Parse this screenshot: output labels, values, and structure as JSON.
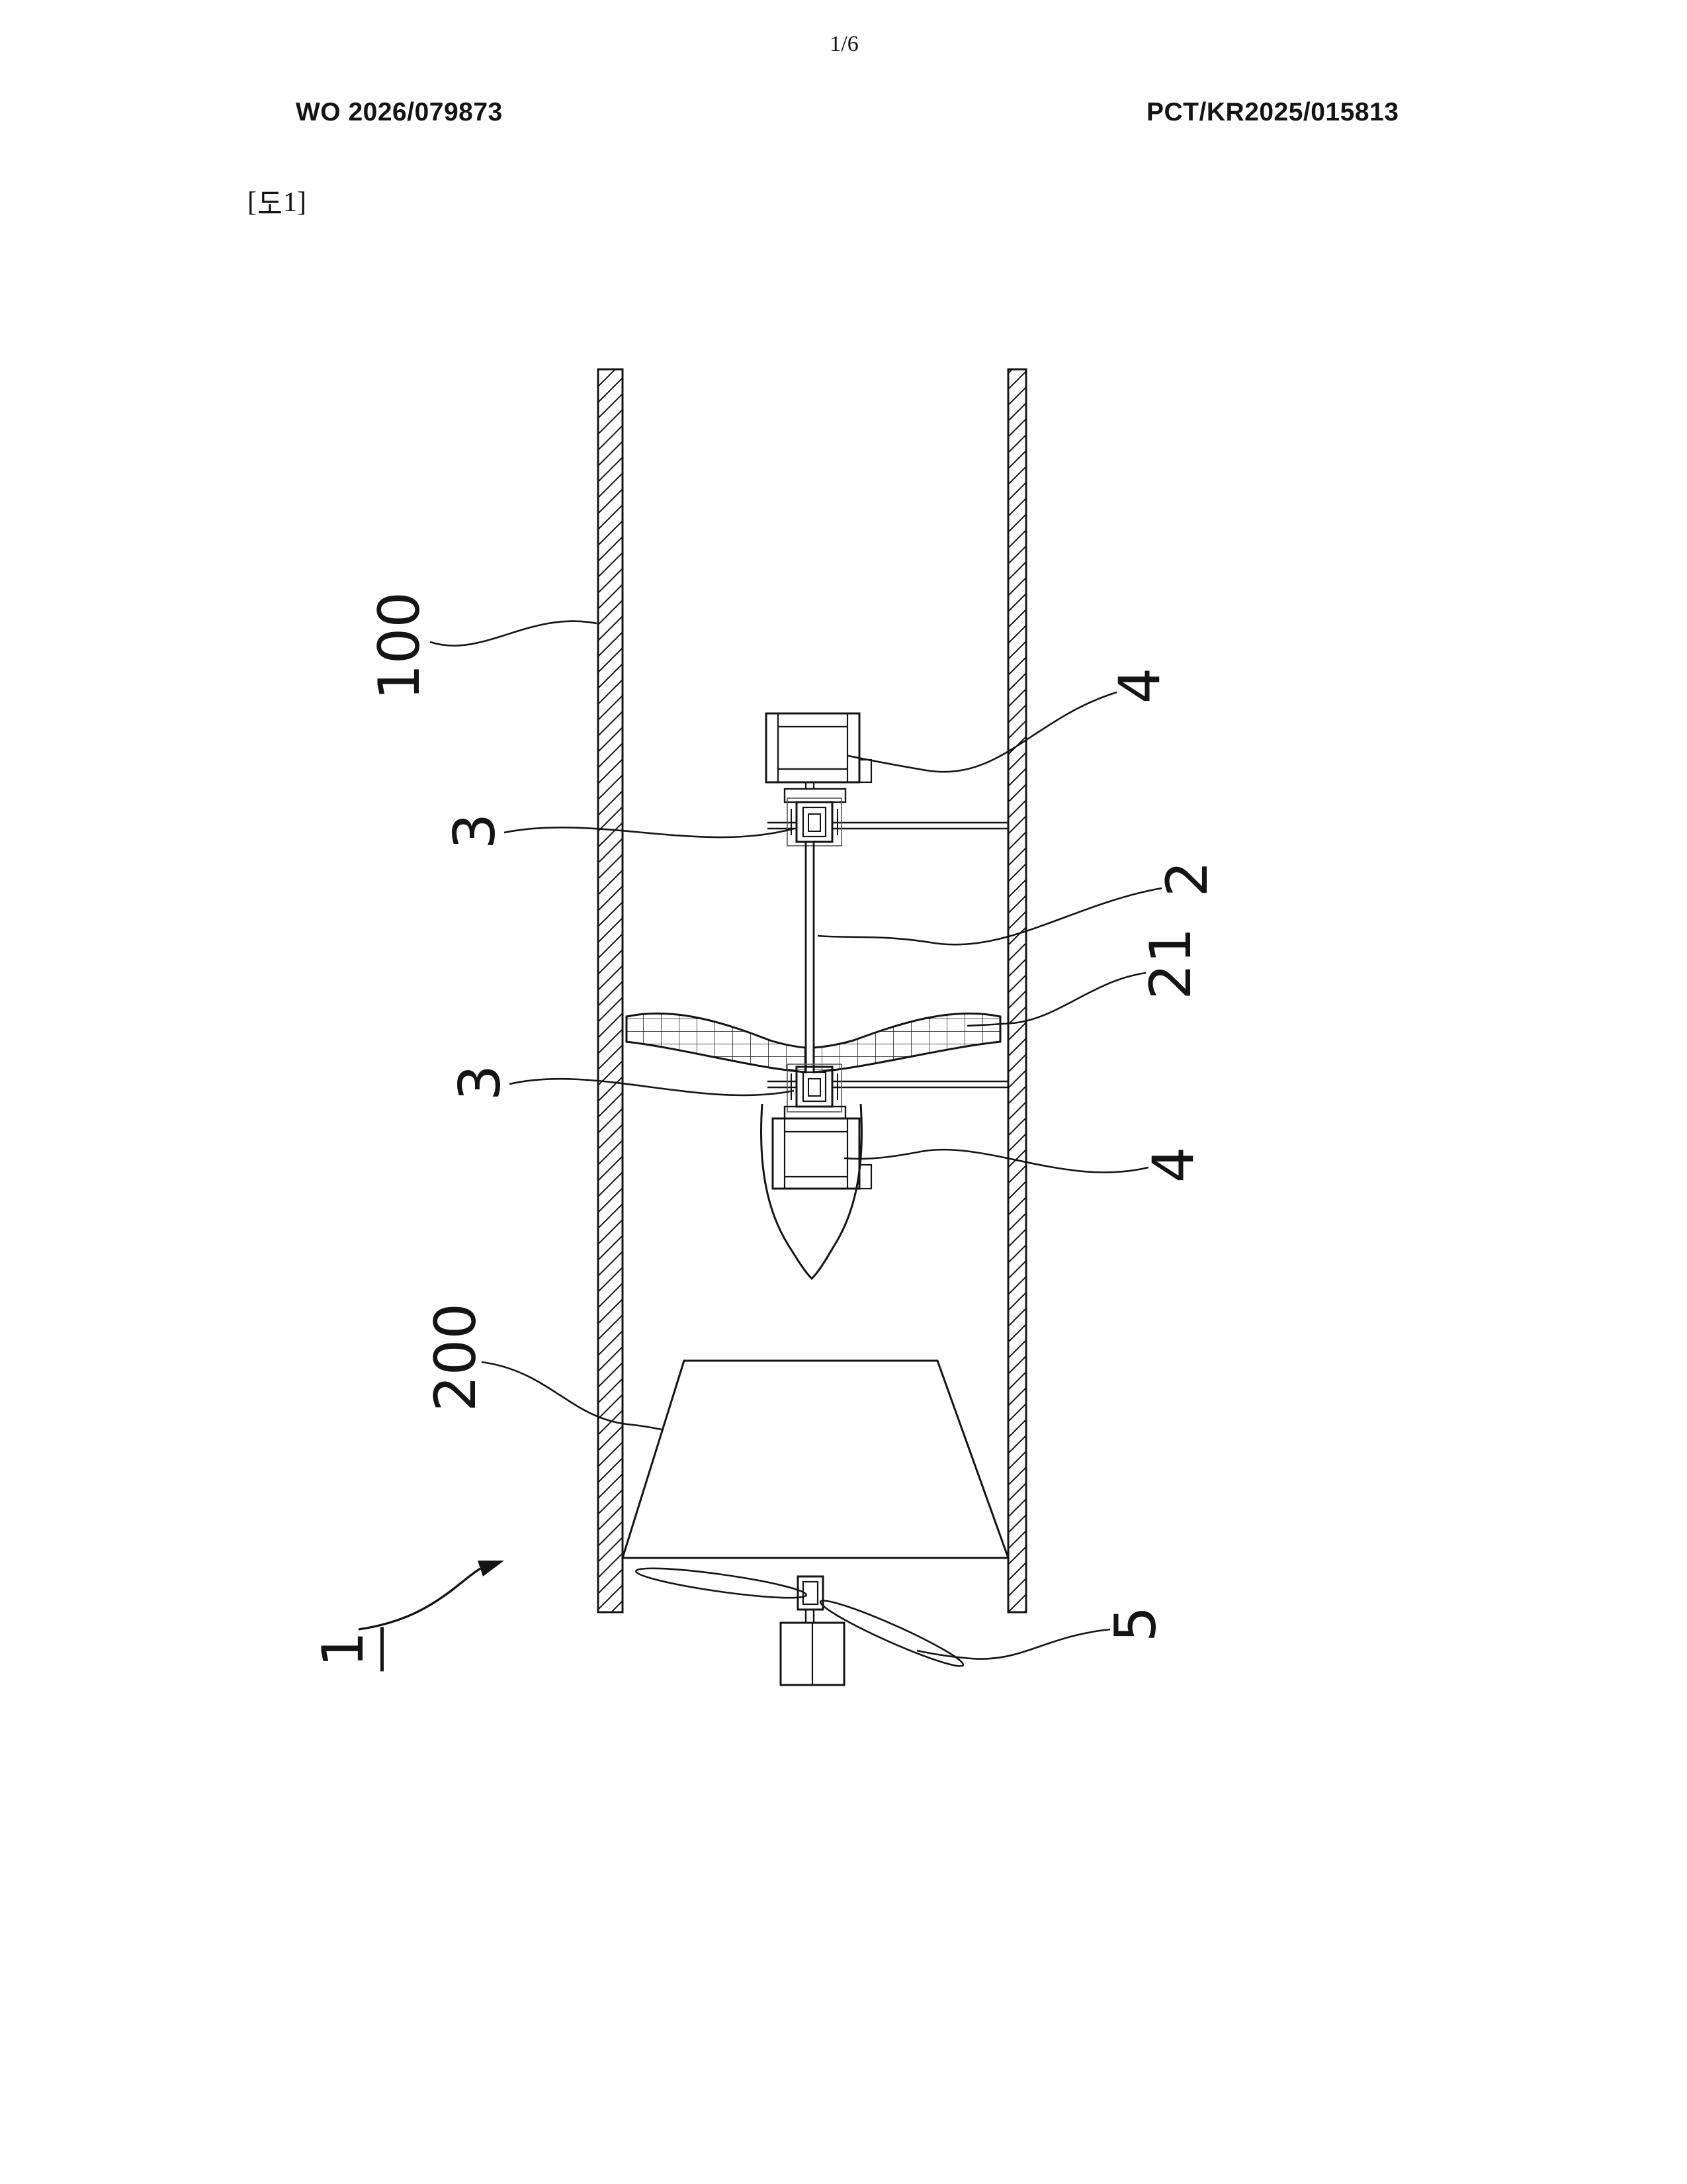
{
  "page": {
    "sheet_number": "1/6",
    "publication_number": "WO 2026/079873",
    "application_number": "PCT/KR2025/015813",
    "figure_caption": {
      "full": "[도1]",
      "open_bracket": "[",
      "hangul_char": "도",
      "number_close": "1]"
    }
  },
  "figure": {
    "reference_labels": [
      {
        "text": "100"
      },
      {
        "text": "4"
      },
      {
        "text": "3"
      },
      {
        "text": "2"
      },
      {
        "text": "21"
      },
      {
        "text": "3"
      },
      {
        "text": "4"
      },
      {
        "text": "200"
      },
      {
        "text": "5"
      },
      {
        "text": "1",
        "underlined": true
      }
    ]
  }
}
